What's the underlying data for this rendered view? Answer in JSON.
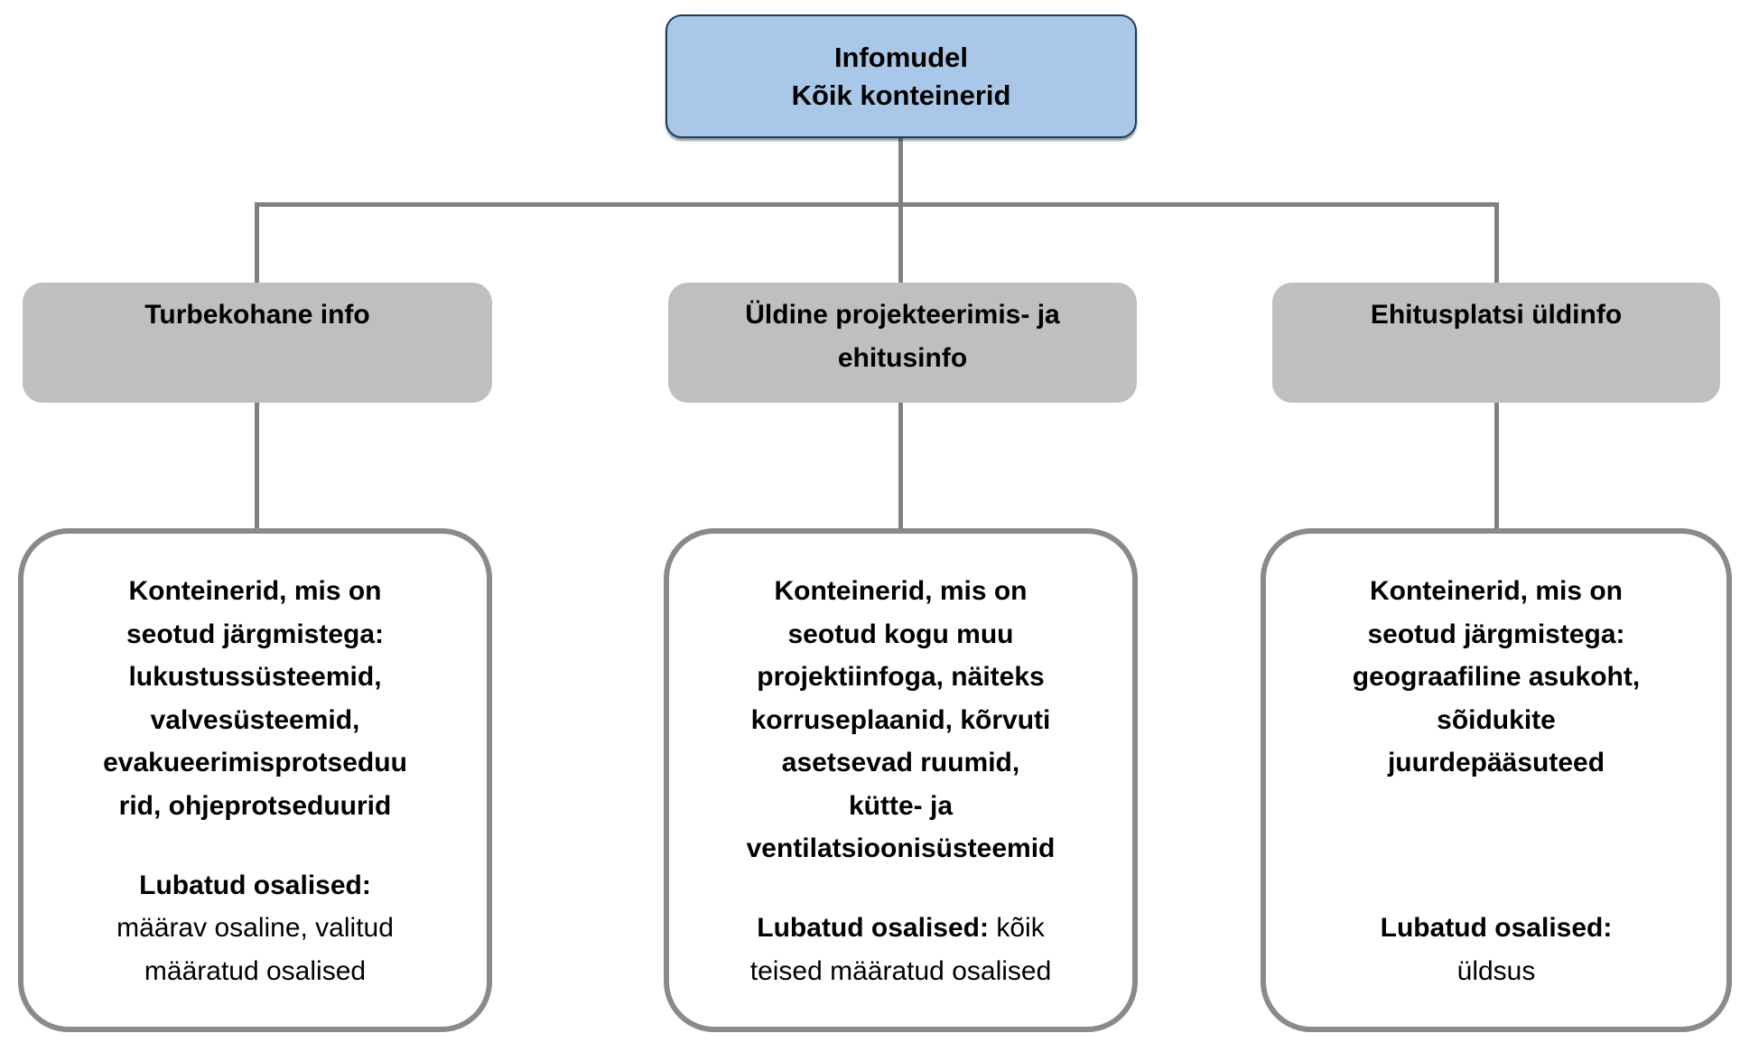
{
  "root_node": {
    "title_lines": [
      "Infomudel",
      "Kõik konteinerid"
    ]
  },
  "branches": [
    {
      "header_lines": [
        "Turbekohane info"
      ],
      "body_lines": [
        "Konteinerid, mis on",
        "seotud järgmistega:",
        "lukustussüsteemid,",
        "valvesüsteemid,",
        "evakueerimisprotseduu",
        "rid, ohjeprotseduurid"
      ],
      "allowed_label": "Lubatud osalised:",
      "allowed_value_lines": [
        "määrav osaline, valitud",
        "määratud osalised"
      ]
    },
    {
      "header_lines": [
        "Üldine projekteerimis- ja",
        "ehitusinfo"
      ],
      "body_lines": [
        "Konteinerid, mis on",
        "seotud kogu muu",
        "projektiinfoga, näiteks",
        "korruseplaanid, kõrvuti",
        "asetsevad ruumid,",
        "kütte- ja",
        "ventilatsioonisüsteemid"
      ],
      "allowed_label": "Lubatud osalised:",
      "allowed_value_lines": [
        "kõik",
        "teised määratud osalised"
      ]
    },
    {
      "header_lines": [
        "Ehitusplatsi üldinfo"
      ],
      "body_lines": [
        "Konteinerid, mis on",
        "seotud järgmistega:",
        "geograafiline asukoht,",
        "sõidukite",
        "juurdepääsuteed"
      ],
      "allowed_label": "Lubatud osalised:",
      "allowed_value_lines": [
        "üldsus"
      ]
    }
  ],
  "colors": {
    "root_fill": "#a9c8e9",
    "root_border": "#1f3a54",
    "header_fill": "#bfbfbf",
    "connector": "#808080",
    "detail_border": "#8a8a8a",
    "text": "#000000",
    "background": "#ffffff"
  }
}
